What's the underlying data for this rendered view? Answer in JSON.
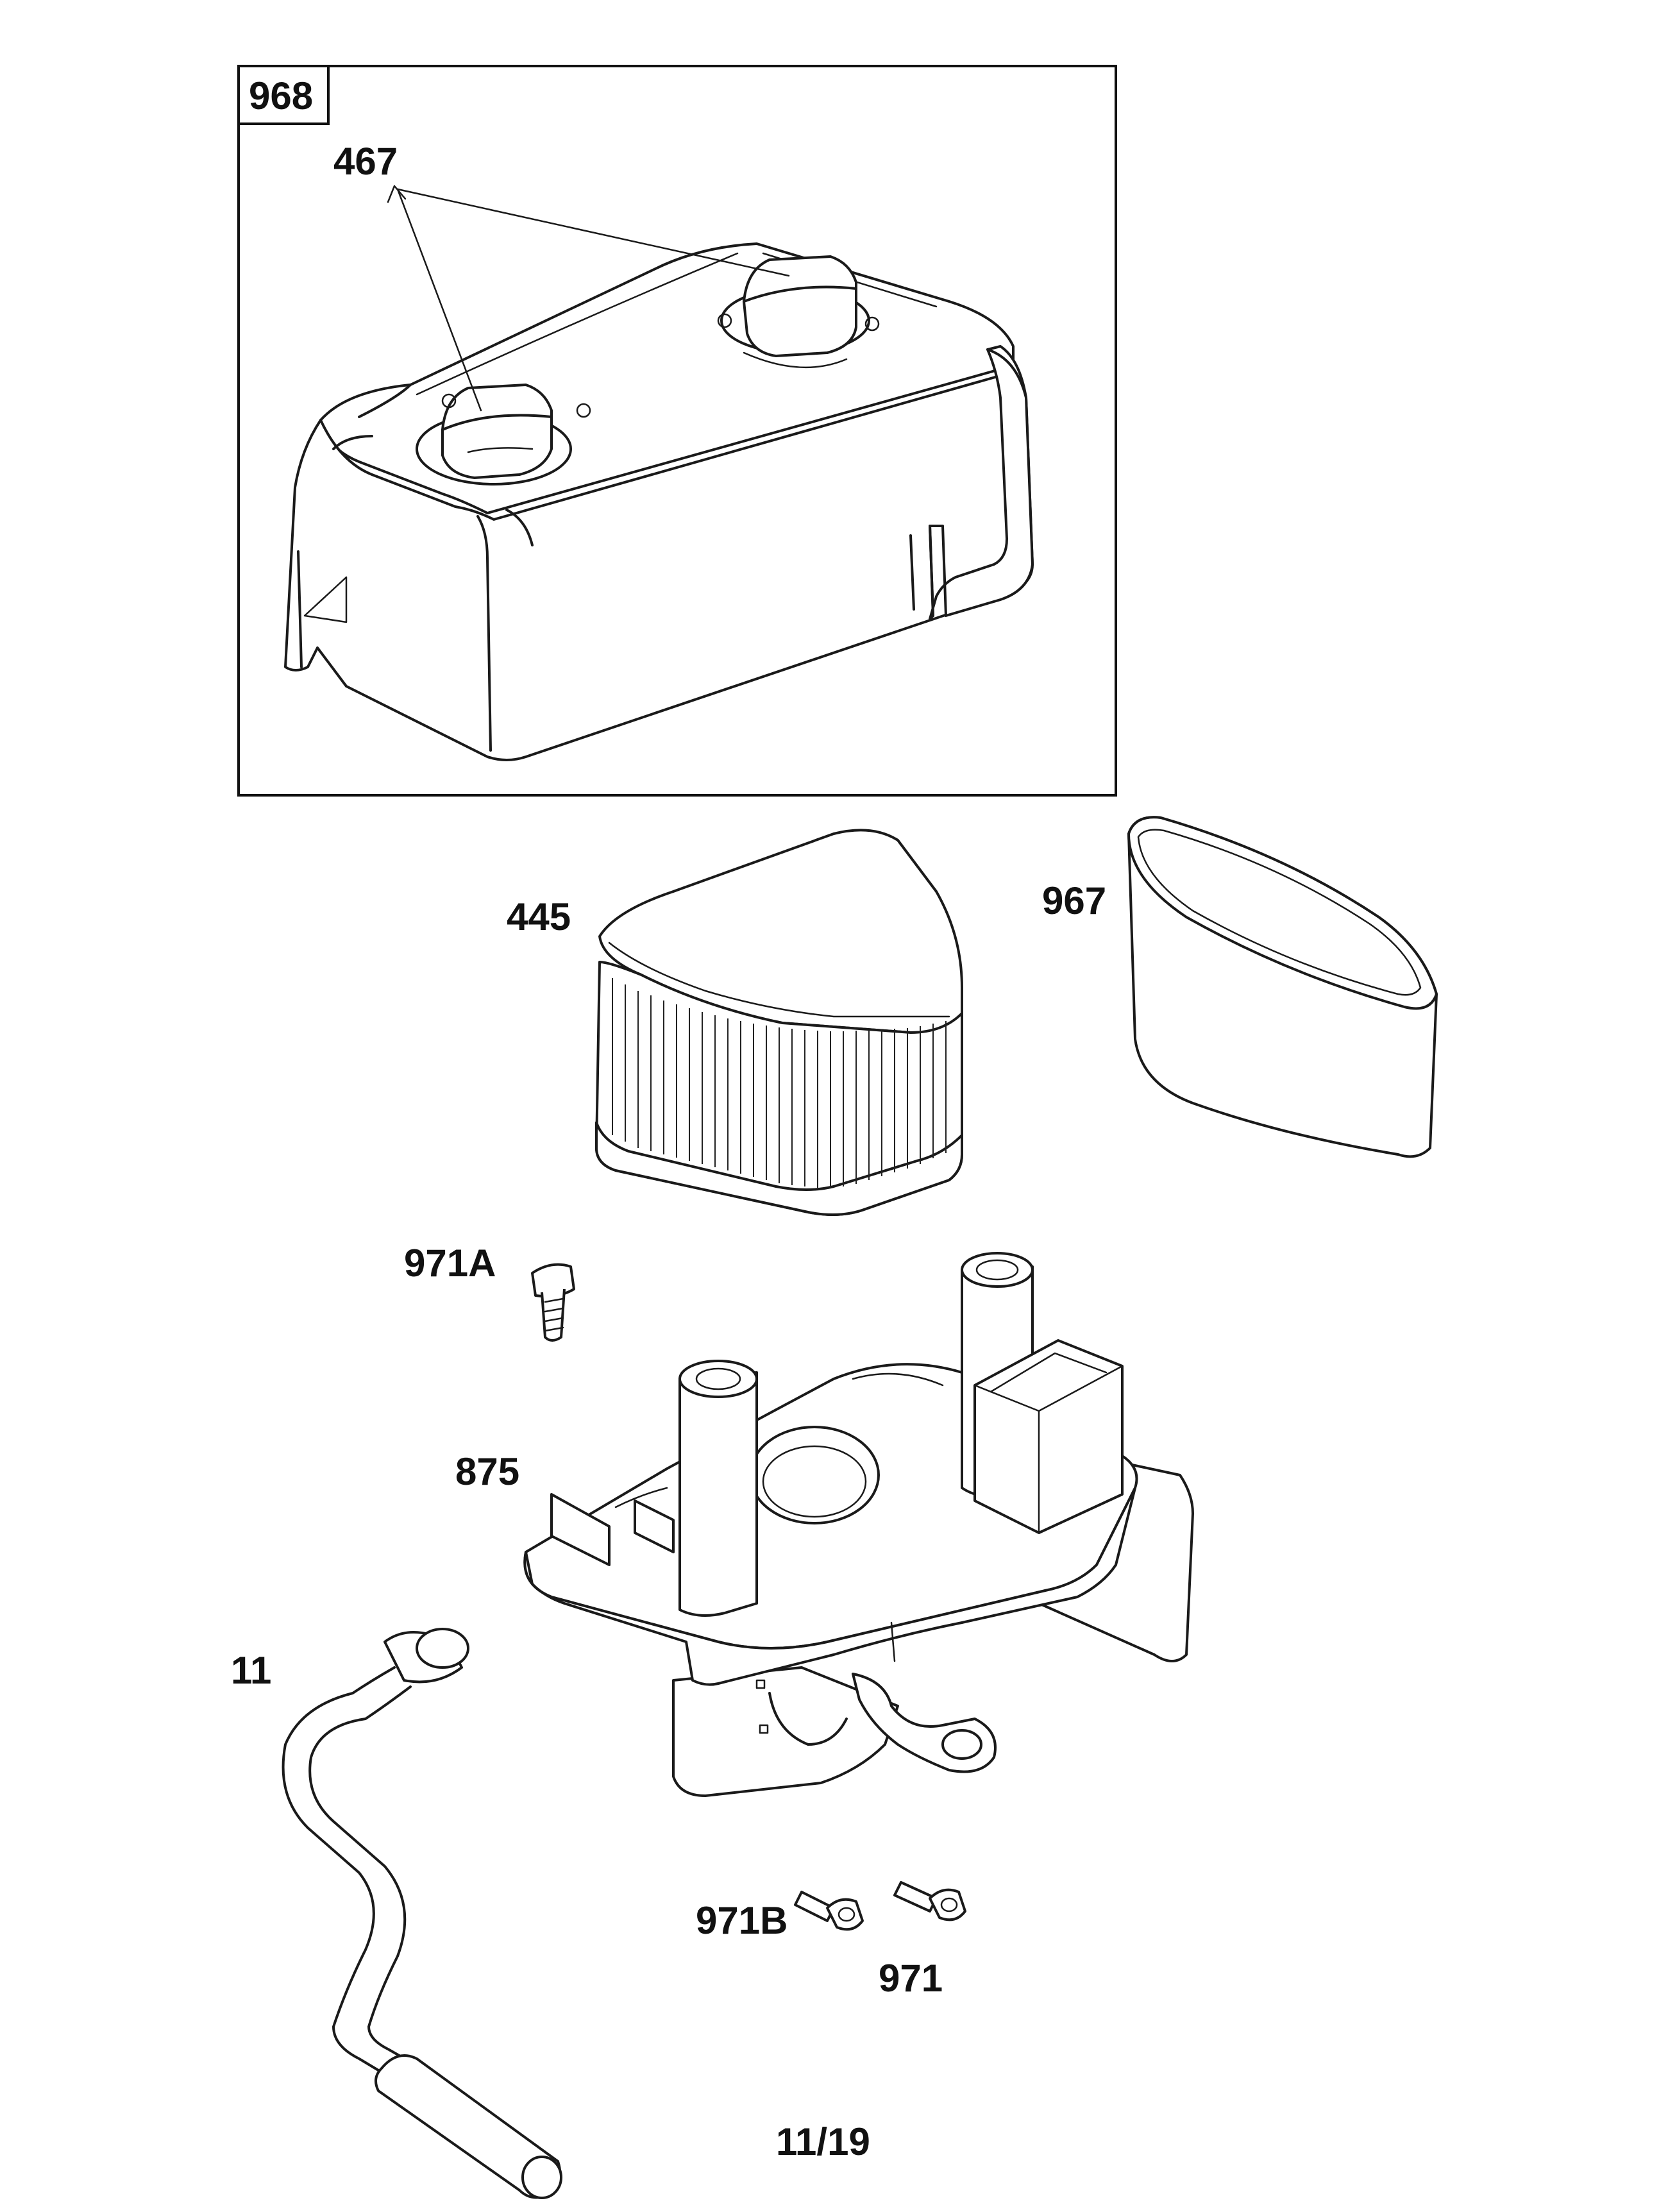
{
  "diagram": {
    "kit_box_label": "968",
    "page_number": "11/19",
    "parts": [
      {
        "id": "467",
        "name": "air-cleaner-knob"
      },
      {
        "id": "445",
        "name": "air-filter-cartridge"
      },
      {
        "id": "967",
        "name": "pre-cleaner"
      },
      {
        "id": "971A",
        "name": "screw-971a"
      },
      {
        "id": "875",
        "name": "air-cleaner-base"
      },
      {
        "id": "11",
        "name": "breather-tube"
      },
      {
        "id": "971B",
        "name": "screw-971b"
      },
      {
        "id": "971",
        "name": "screw-971"
      }
    ]
  }
}
